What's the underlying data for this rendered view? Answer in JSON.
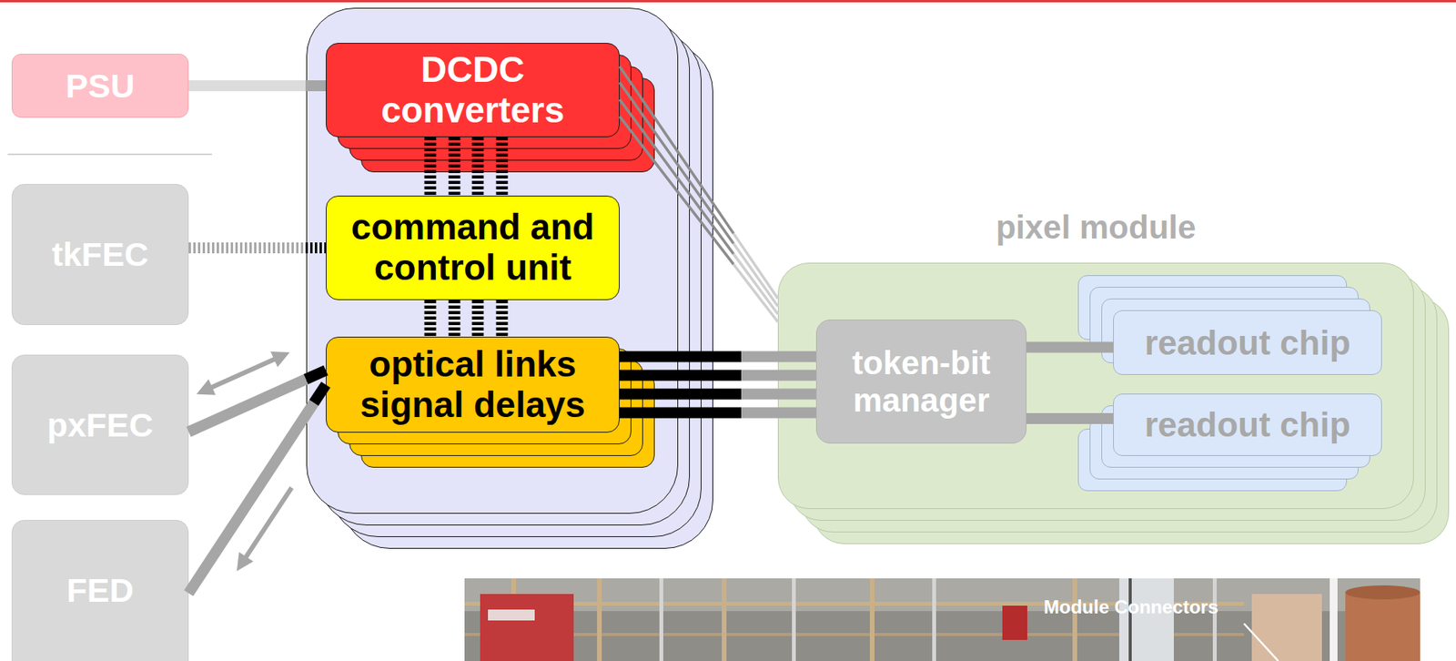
{
  "diagram": {
    "nodes": [
      {
        "text": [
          "PSU"
        ]
      },
      {
        "text": []
      },
      {
        "text": [
          "DCDC converters"
        ],
        "in": 1
      },
      {
        "text": [
          "command and control unit"
        ],
        "in": 1
      },
      {
        "text": [
          "optical links signal delays"
        ],
        "in": 1
      },
      {
        "text": [
          "tkFEC"
        ]
      },
      {
        "text": [
          "pxFEC"
        ]
      },
      {
        "text": [
          "FED"
        ]
      },
      {
        "text": [
          "pixel module"
        ]
      },
      {
        "text": [
          "token-bit manager"
        ],
        "in": 8
      },
      {
        "text": [
          "readout chip"
        ],
        "in": 8
      },
      {
        "text": [
          "readout chip"
        ],
        "in": 8
      }
    ],
    "edges": [
      {
        "from": 0,
        "to": 2,
        "arrow": "none"
      },
      {
        "from": 5,
        "to": 3,
        "arrow": "none"
      },
      {
        "from": 6,
        "to": 4,
        "arrow": "both"
      },
      {
        "from": 4,
        "to": 7,
        "arrow": "to"
      },
      {
        "from": 2,
        "to": 3,
        "arrow": "none"
      },
      {
        "from": 3,
        "to": 4,
        "arrow": "none"
      },
      {
        "from": 2,
        "to": 8,
        "arrow": "none"
      },
      {
        "from": 4,
        "to": 9,
        "arrow": "none"
      },
      {
        "from": 9,
        "to": 10,
        "arrow": "none"
      },
      {
        "from": 9,
        "to": 11,
        "arrow": "none"
      }
    ],
    "labels": [
      "Module Connectors"
    ]
  }
}
